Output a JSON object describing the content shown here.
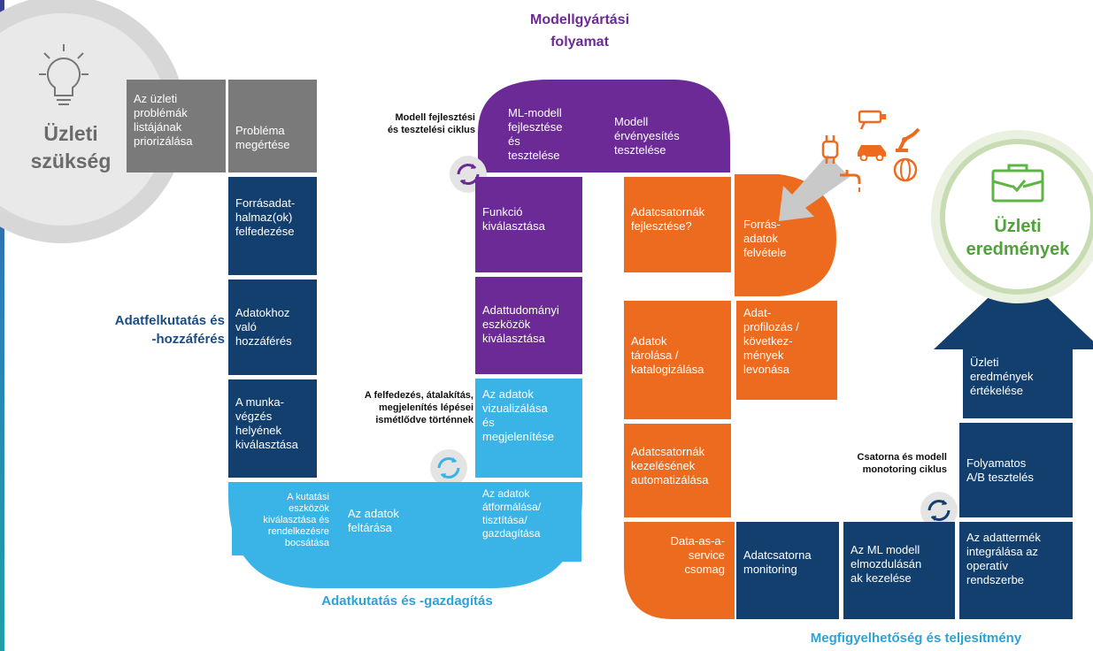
{
  "header": {
    "title": "Modellgyártási\nfolyamat"
  },
  "business_need": {
    "title": "Üzleti\nszükség"
  },
  "business_results": {
    "title": "Üzleti\neredmények"
  },
  "sections": {
    "exploration": "Adatfelkutatás és\n-hozzáférés",
    "enrichment": "Adatkutatás és -gazdagítás",
    "observability": "Megfigyelhetőség és teljesítmény"
  },
  "notes": {
    "dev_cycle": "Modell fejlesztési\nés tesztelési ciklus",
    "iteration": "A felfedezés, átalakítás,\nmegjelenítés lépései\nismétlődve történnek",
    "monitor_cycle": "Csatorna és modell\nmonotoring ciklus"
  },
  "tiles": {
    "g1": "Az üzleti\nproblémák\nlistájának\npriorizálása",
    "g2": "Probléma\nmegértése",
    "n1": "Forrásadat-\nhalmaz(ok)\nfelfedezése",
    "n2": "Adatokhoz\nvaló\nhozzáférés",
    "n3": "A munka-\nvégzés\nhelyének\nkiválasztása",
    "s1": "A kutatási\neszközök\nkiválasztása és\nrendelkezésre\nbocsátása",
    "s2": "Az adatok\nfeltárása",
    "s3": "Az adatok\nátformálása/\ntisztítása/\ngazdagítása",
    "s4": "Az adatok\nvizualizálása\nés\nmegjelenítése",
    "p1": "Adattudományi\neszközök\nkiválasztása",
    "p2": "Funkció\nkiválasztása",
    "p3": "ML-modell\nfejlesztése\nés\ntesztelése",
    "p4": "Modell\nérvényesítés\ntesztelése",
    "o1": "Forrás-\nadatok\nfelvétele",
    "o2": "Adatcsatornák\nfejlesztése?",
    "o3": "Adat-\nprofilozás /\nkövetkez-\nmények\nlevonása",
    "o4": "Adatok\ntárolása /\nkatalogizálása",
    "o5": "Adatcsatornák\nkezelésének\nautomatizálása",
    "o6": "Data-as-a-\nservice\ncsomag",
    "b1": "Adatcsatorna\nmonitoring",
    "b2": "Az ML modell\nelmozdulásán\nak kezelése",
    "b3": "Az adattermék\nintegrálása az\noperatív\nrendszerbe",
    "b4": "Folyamatos\nA/B tesztelés",
    "b5": "Üzleti\neredmények\nértékelése"
  },
  "colors": {
    "gray": "#7a7a7a",
    "navy": "#123f6e",
    "purple": "#6b2a96",
    "sky": "#3ab4e6",
    "orange": "#ec6b1e",
    "green": "#5fb446"
  },
  "icons": [
    "lightbulb-icon",
    "briefcase-check-icon",
    "cycle-icon",
    "camera-icon",
    "watch-icon",
    "car-icon",
    "robot-arm-icon",
    "faucet-icon",
    "turbine-icon"
  ]
}
